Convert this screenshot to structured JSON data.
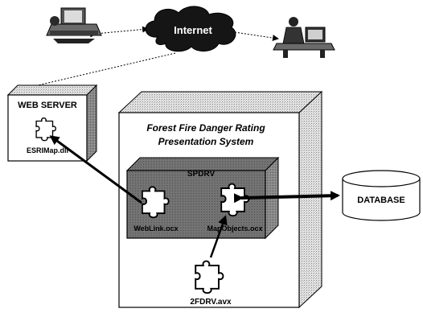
{
  "internet": {
    "label": "Internet"
  },
  "web_server": {
    "title": "WEB SERVER",
    "component": "ESRIMap.dll"
  },
  "system": {
    "title_line1": "Forest Fire Danger Rating",
    "title_line2": "Presentation System"
  },
  "inner_box": {
    "label": "SPDRV",
    "component_left": "WebLink.ocx",
    "component_right": "MapObjects.ocx"
  },
  "external_component": "2FDRV.avx",
  "database": {
    "label": "DATABASE"
  }
}
